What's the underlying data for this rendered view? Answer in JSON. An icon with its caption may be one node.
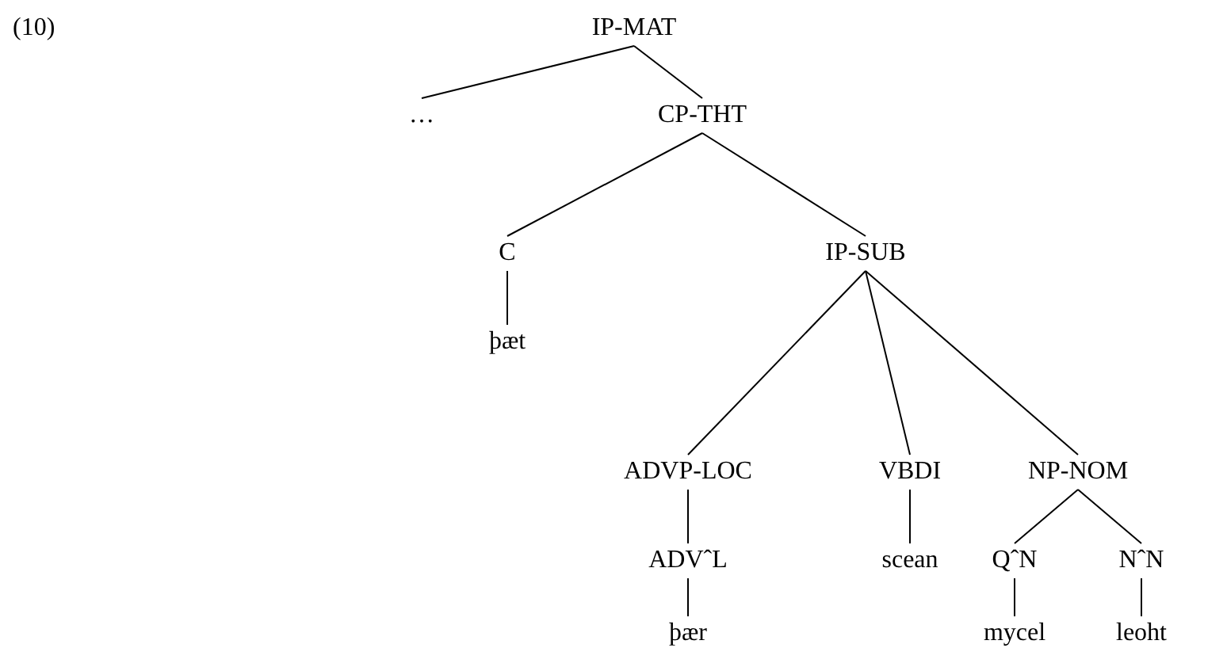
{
  "diagram": {
    "nodes": [
      {
        "text": [
          "IP-MAT"
        ]
      },
      {
        "text": [
          "…"
        ]
      },
      {
        "text": [
          "CP-THT"
        ]
      },
      {
        "text": [
          "C"
        ]
      },
      {
        "text": [
          "þæt"
        ]
      },
      {
        "text": [
          "IP-SUB"
        ]
      },
      {
        "text": [
          "ADVP-LOC"
        ]
      },
      {
        "text": [
          "ADVˆL"
        ]
      },
      {
        "text": [
          "þær"
        ]
      },
      {
        "text": [
          "VBDI"
        ]
      },
      {
        "text": [
          "scean"
        ]
      },
      {
        "text": [
          "NP-NOM"
        ]
      },
      {
        "text": [
          "QˆN"
        ]
      },
      {
        "text": [
          "mycel"
        ]
      },
      {
        "text": [
          "NˆN"
        ]
      },
      {
        "text": [
          "leoht"
        ]
      }
    ],
    "edges": [
      {
        "from": 0,
        "to": 1,
        "arrow": "none"
      },
      {
        "from": 0,
        "to": 2,
        "arrow": "none"
      },
      {
        "from": 2,
        "to": 3,
        "arrow": "none"
      },
      {
        "from": 2,
        "to": 5,
        "arrow": "none"
      },
      {
        "from": 3,
        "to": 4,
        "arrow": "none"
      },
      {
        "from": 5,
        "to": 6,
        "arrow": "none"
      },
      {
        "from": 5,
        "to": 9,
        "arrow": "none"
      },
      {
        "from": 5,
        "to": 11,
        "arrow": "none"
      },
      {
        "from": 6,
        "to": 7,
        "arrow": "none"
      },
      {
        "from": 7,
        "to": 8,
        "arrow": "none"
      },
      {
        "from": 9,
        "to": 10,
        "arrow": "none"
      },
      {
        "from": 11,
        "to": 12,
        "arrow": "none"
      },
      {
        "from": 11,
        "to": 14,
        "arrow": "none"
      },
      {
        "from": 12,
        "to": 13,
        "arrow": "none"
      },
      {
        "from": 14,
        "to": 15,
        "arrow": "none"
      }
    ],
    "labels": [
      "(10)"
    ]
  }
}
